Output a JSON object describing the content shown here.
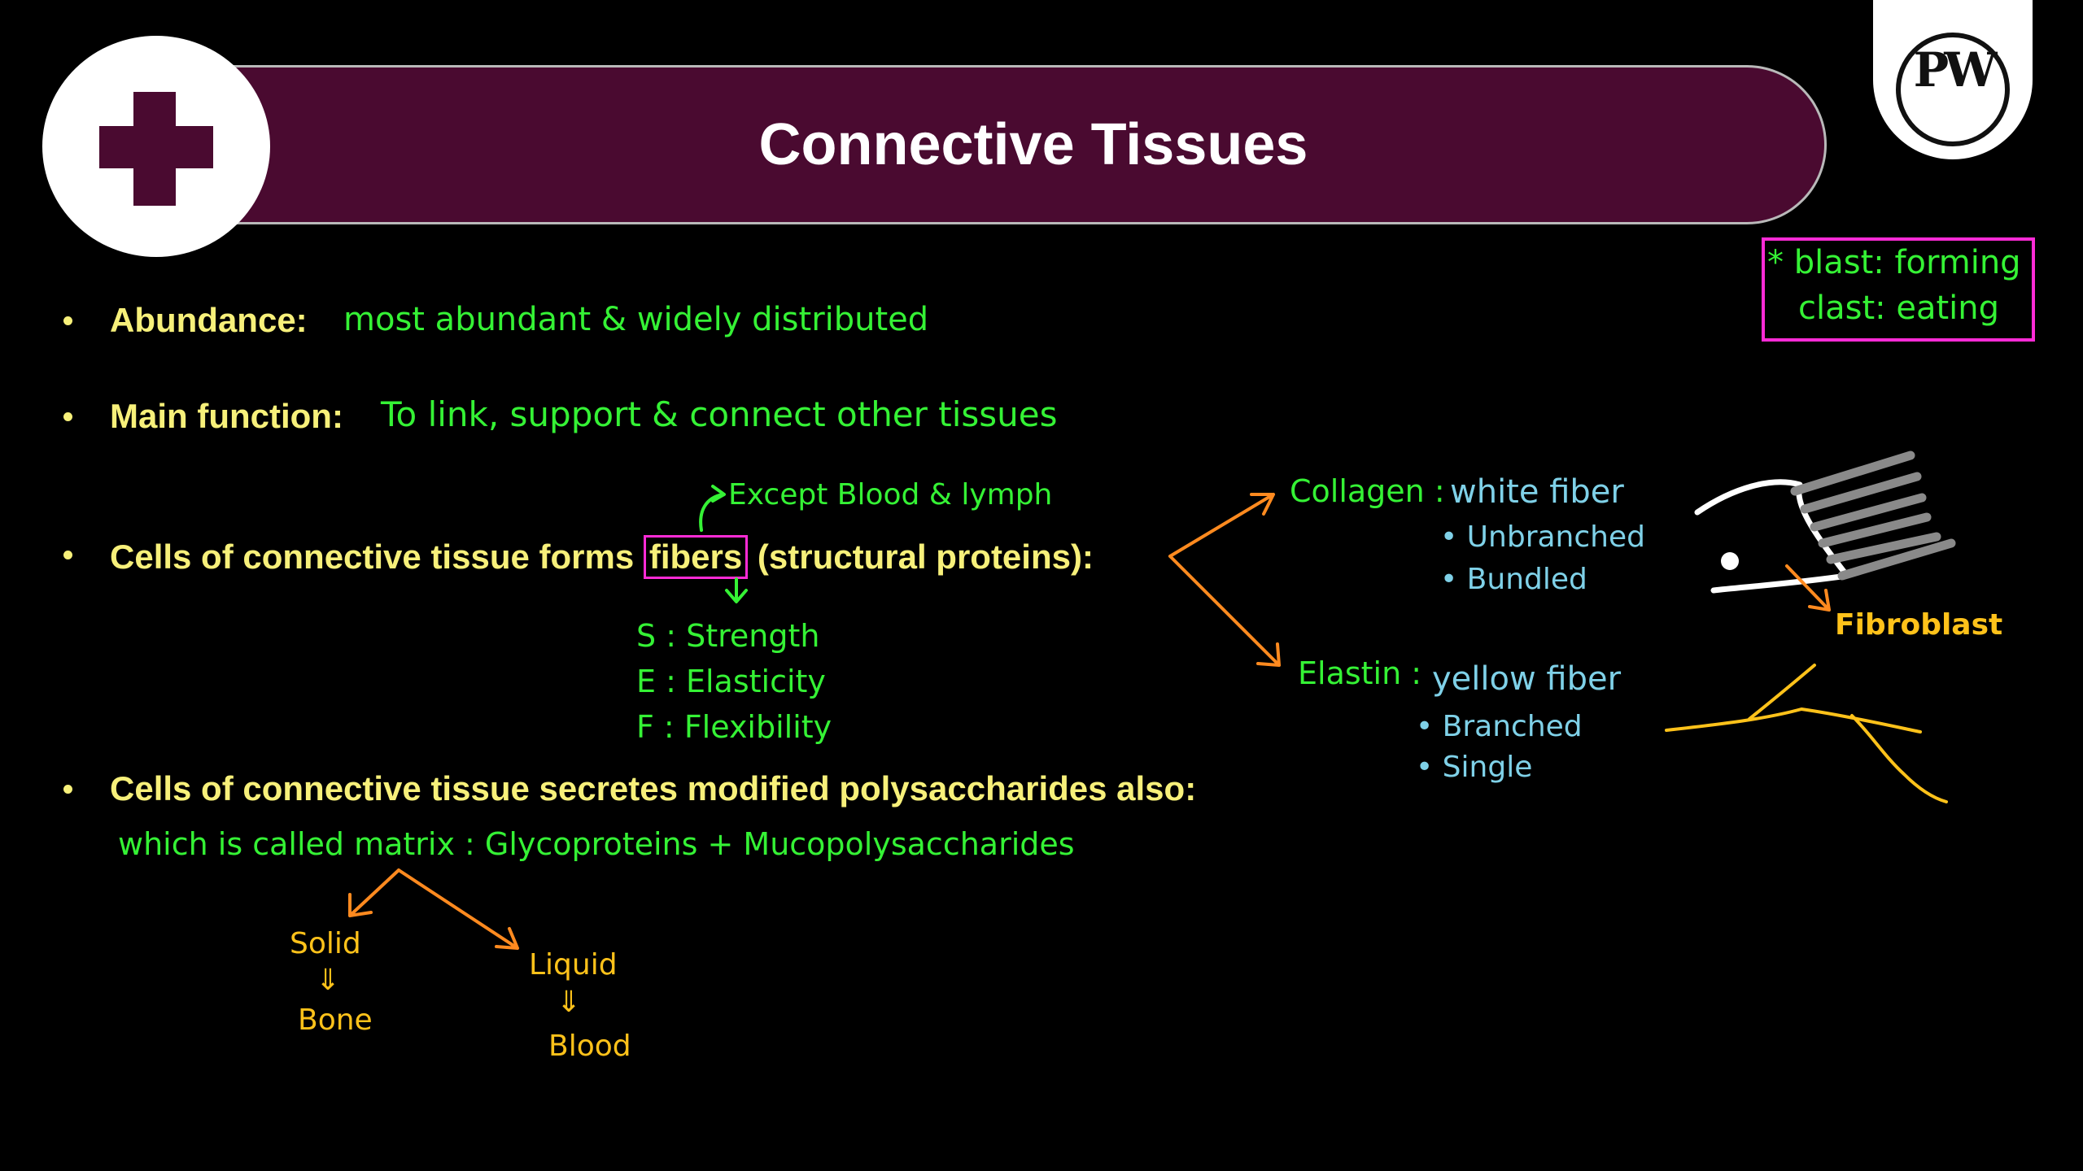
{
  "header": {
    "title": "Connective Tissues",
    "logo_text": "PW"
  },
  "note": {
    "line1": "* blast: forming",
    "line2": "clast: eating"
  },
  "bullets": [
    {
      "label": "Abundance:",
      "note": "most abundant & widely distributed"
    },
    {
      "label": "Main function:",
      "note": "To link, support & connect other tissues"
    },
    {
      "label_before": "Cells of connective tissue forms",
      "highlight": "fibers",
      "label_after": "(structural proteins):"
    },
    {
      "label": "Cells of connective tissue secretes modified polysaccharides also:"
    }
  ],
  "fibers_annotations": {
    "except": "Except Blood & lymph",
    "sef": [
      "S : Strength",
      "E : Elasticity",
      "F : Flexibility"
    ]
  },
  "collagen": {
    "label": "Collagen :",
    "desc": "white fiber",
    "points": [
      "• Unbranched",
      "• Bundled"
    ]
  },
  "elastin": {
    "label": "Elastin :",
    "desc": "yellow fiber",
    "points": [
      "• Branched",
      "• Single"
    ]
  },
  "fibroblast_label": "Fibroblast",
  "matrix": {
    "line": "which is called matrix : Glycoproteins + Mucopolysaccharides",
    "solid": "Solid",
    "solid_arrow": "⇓",
    "solid_example": "Bone",
    "liquid": "Liquid",
    "liquid_arrow": "⇓",
    "liquid_example": "Blood"
  },
  "colors": {
    "banner": "#4a0a30",
    "bullet_text": "#f7f07a",
    "hand_green": "#35f235",
    "hand_blue": "#7fd1e8",
    "hand_orange": "#ffc21a",
    "arrow": "#ff8a1f",
    "highlight_box": "#ff2bd6"
  }
}
